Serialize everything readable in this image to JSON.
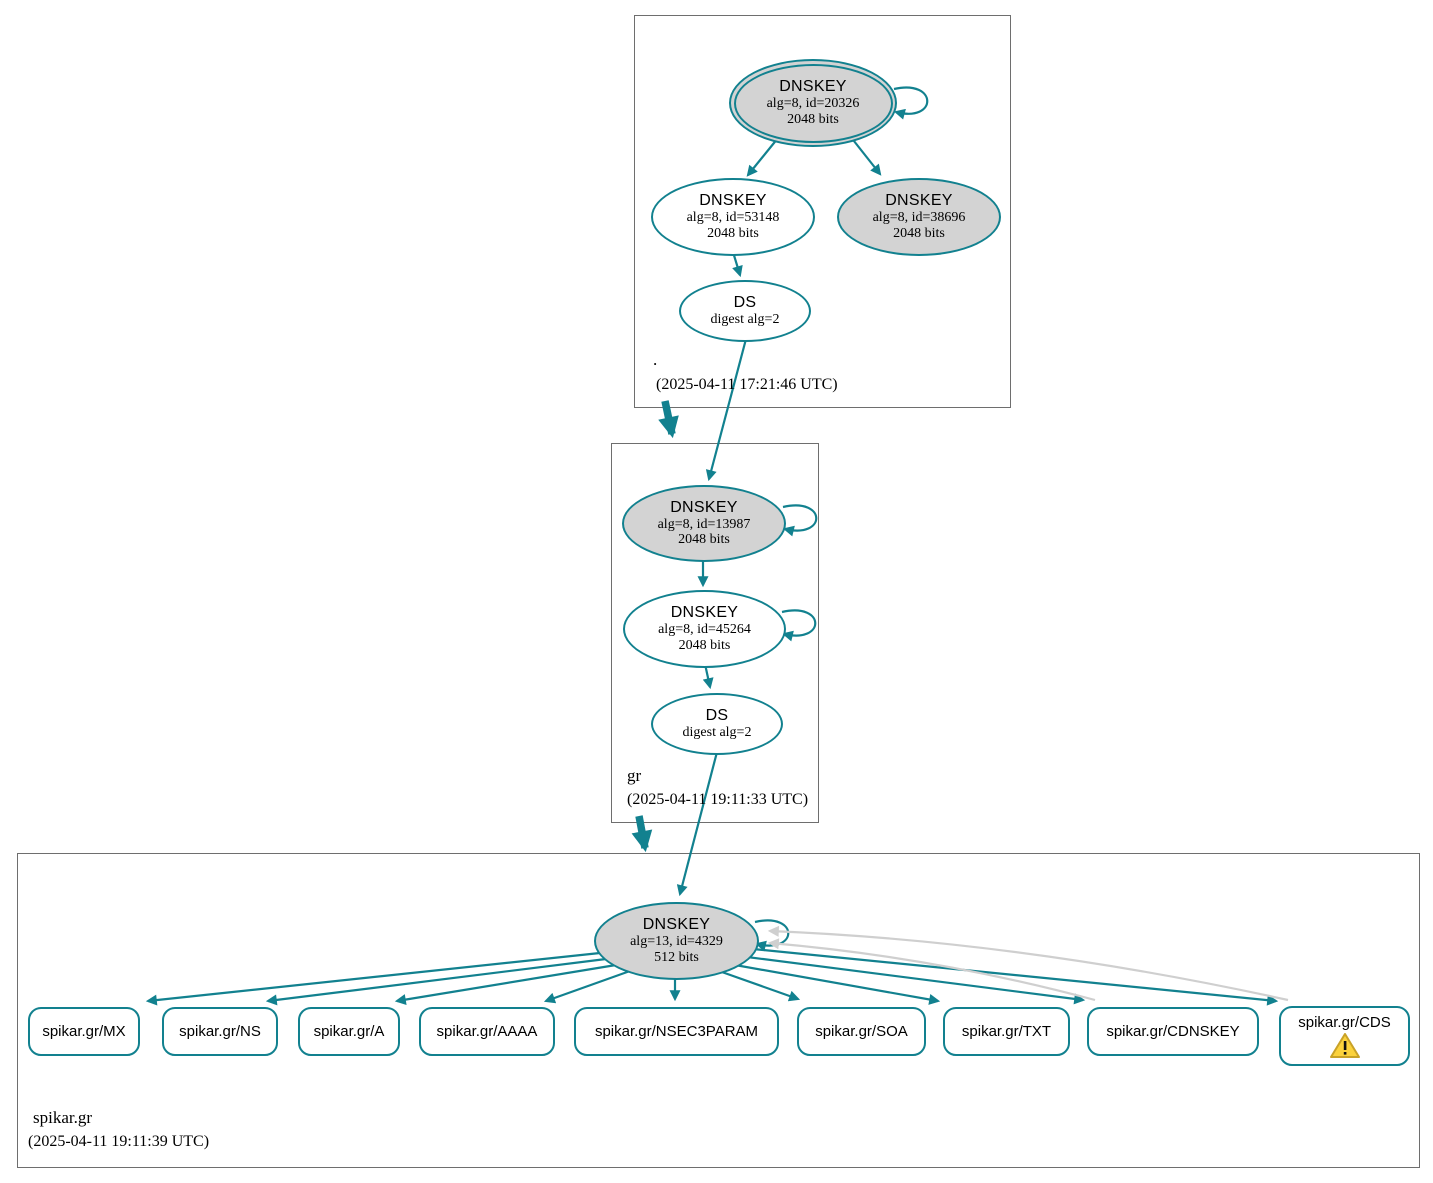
{
  "colors": {
    "edge_teal": "#12818F",
    "edge_gray": "#cfcfcf",
    "node_fill_gray": "#d3d3d3",
    "node_fill_white": "#ffffff",
    "warning_fill": "#FBD23C",
    "warning_border": "#C9A227"
  },
  "zones": [
    {
      "name": ".",
      "timestamp": "(2025-04-11 17:21:46 UTC)",
      "nodes": {
        "ksk": {
          "title": "DNSKEY",
          "detail1": "alg=8, id=20326",
          "detail2": "2048 bits"
        },
        "zsk": {
          "title": "DNSKEY",
          "detail1": "alg=8, id=53148",
          "detail2": "2048 bits"
        },
        "key2": {
          "title": "DNSKEY",
          "detail1": "alg=8, id=38696",
          "detail2": "2048 bits"
        },
        "ds": {
          "title": "DS",
          "detail1": "digest alg=2"
        }
      }
    },
    {
      "name": "gr",
      "timestamp": "(2025-04-11 19:11:33 UTC)",
      "nodes": {
        "ksk": {
          "title": "DNSKEY",
          "detail1": "alg=8, id=13987",
          "detail2": "2048 bits"
        },
        "zsk": {
          "title": "DNSKEY",
          "detail1": "alg=8, id=45264",
          "detail2": "2048 bits"
        },
        "ds": {
          "title": "DS",
          "detail1": "digest alg=2"
        }
      }
    },
    {
      "name": "spikar.gr",
      "timestamp": "(2025-04-11 19:11:39 UTC)",
      "nodes": {
        "key": {
          "title": "DNSKEY",
          "detail1": "alg=13, id=4329",
          "detail2": "512 bits"
        }
      },
      "rrsets": [
        {
          "label": "spikar.gr/MX"
        },
        {
          "label": "spikar.gr/NS"
        },
        {
          "label": "spikar.gr/A"
        },
        {
          "label": "spikar.gr/AAAA"
        },
        {
          "label": "spikar.gr/NSEC3PARAM"
        },
        {
          "label": "spikar.gr/SOA"
        },
        {
          "label": "spikar.gr/TXT"
        },
        {
          "label": "spikar.gr/CDNSKEY"
        },
        {
          "label": "spikar.gr/CDS",
          "warning": "warning-icon"
        }
      ]
    }
  ]
}
